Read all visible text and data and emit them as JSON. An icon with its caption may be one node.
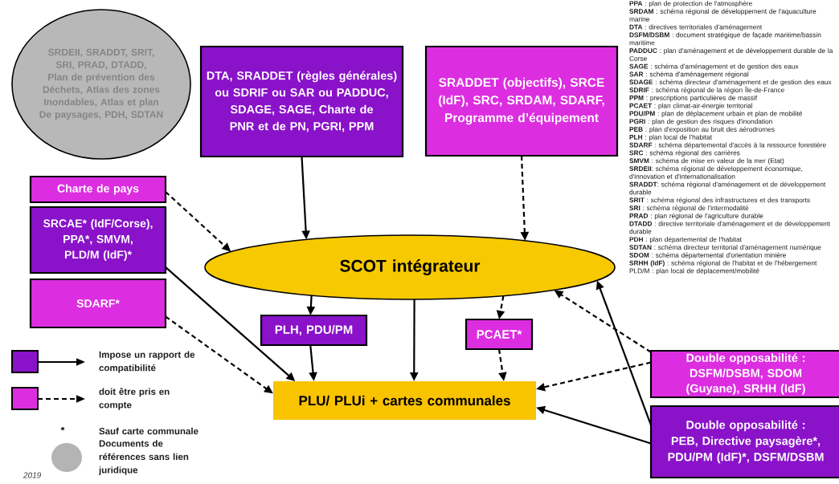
{
  "diagram": {
    "nodes": [
      {
        "text": [
          "SRDEII, SRADDT, SRIT, SRI, PRAD, DTADD, Plan de prévention des Déchets, Atlas des zones Inondables, Atlas et plan De paysages, PDH, SDTAN"
        ]
      },
      {
        "text": [
          "DTA, SRADDET (règles générales) ou SDRIF ou SAR ou PADDUC, SDAGE, SAGE, Charte de PNR et de PN, PGRI, PPM"
        ]
      },
      {
        "text": [
          "SRADDET (objectifs), SRCE (IdF), SRC, SRDAM, SDARF, Programme d’équipement"
        ]
      },
      {
        "text": [
          "Charte de pays"
        ]
      },
      {
        "text": [
          "SRCAE* (IdF/Corse), PPA*, SMVM, PLD/M (IdF)*"
        ]
      },
      {
        "text": [
          "SDARF*"
        ]
      },
      {
        "text": [
          "SCOT intégrateur"
        ]
      },
      {
        "text": [
          "PLH, PDU/PM"
        ]
      },
      {
        "text": [
          "PCAET*"
        ]
      },
      {
        "text": [
          "PLU/ PLUi + cartes communales"
        ]
      },
      {
        "text": [
          "Double opposabilité  :",
          "DSFM/DSBM, SDOM (Guyane), SRHH (IdF)"
        ]
      },
      {
        "text": [
          "Double opposabilité  :",
          "PEB, Directive paysagère*, PDU/PM (IdF)*, DSFM/DSBM"
        ]
      }
    ],
    "edges": [
      {
        "from": 1,
        "to": 6,
        "arrow": "to"
      },
      {
        "from": 2,
        "to": 6,
        "arrow": "to",
        "style": "dashed"
      },
      {
        "from": 3,
        "to": 6,
        "arrow": "to",
        "style": "dashed"
      },
      {
        "from": 4,
        "to": 9,
        "arrow": "to"
      },
      {
        "from": 5,
        "to": 9,
        "arrow": "to",
        "style": "dashed"
      },
      {
        "from": 6,
        "to": 7,
        "arrow": "to"
      },
      {
        "from": 7,
        "to": 9,
        "arrow": "to"
      },
      {
        "from": 6,
        "to": 9,
        "arrow": "to"
      },
      {
        "from": 6,
        "to": 8,
        "arrow": "to",
        "style": "dashed"
      },
      {
        "from": 8,
        "to": 9,
        "arrow": "to",
        "style": "dashed"
      },
      {
        "from": 10,
        "to": 6,
        "arrow": "to",
        "style": "dashed"
      },
      {
        "from": 10,
        "to": 9,
        "arrow": "to",
        "style": "dashed"
      },
      {
        "from": 11,
        "to": 6,
        "arrow": "to"
      },
      {
        "from": 11,
        "to": 9,
        "arrow": "to"
      }
    ],
    "labels": [
      "*",
      "2019",
      "**PPA** : plan de protection de l'atmosphère",
      "**SRDAM** : schéma régional de développement de l'aquaculture marine",
      "**DTA** : directives territoriales d'aménagement",
      "**DSFM/DSBM** : document stratégique de façade maritime/bassin maritime",
      "**PADDUC** : plan d'aménagement et de développement durable de la Corse",
      "**SAGE** : schéma d'aménagement et de gestion des eaux",
      "**SAR** : schéma d'aménagement régional",
      "**SDAGE** : schéma directeur d'aménagement et de gestion des eaux",
      "**SDRIF** : schéma régional de la région Île-de-France",
      "**PPM** : prescriptions particulières de massif",
      "**PCAET** : plan climat-air-énergie territorial",
      "**PDU/PM** : plan de déplacement urbain et plan de mobilité",
      "**PGRI** : plan de gestion des risques d'inondation",
      "**PEB** : plan d'exposition au bruit des aérodromes",
      "**PLH** : plan local de l'habitat",
      "**SDARF** : schéma départemental d'accès à la ressource forestière",
      "**SRC** : schéma régional des carrières",
      "**SMVM** : schéma de mise en valeur de la mer (Etat)",
      "**SRDEII**: schéma régional de développement économique, d'innovation et d'internationalisation",
      "**SRADDT**: schéma régional d'aménagement et de développement durable",
      "**SRIT** : schéma régional des infrastructures et des transports",
      "**SRI** : schéma régional de l'intermodalité",
      "**PRAD** : plan régional de l'agriculture durable",
      "**DTADD** : directive territoriale d'aménagement et de développement durable",
      "**PDH** : plan départemental de l'habitat",
      "**SDTAN** : schéma directeur territorial d'aménagement numérique",
      "**SDOM** : schéma départemental d'orientation minière",
      "**SRHH (IdF)** : schéma régional de l'habitat et de l'hébergement",
      "PLD/M : plan local de déplacement/mobilité"
    ],
    "legend": [
      {
        "text": "Impose un rapport de compatibilité",
        "color": "#8a12c9"
      },
      {
        "text": "doit être pris en compte",
        "color": "#dc2ee0"
      },
      {
        "text": "Sauf carte communale"
      },
      {
        "text": "Documents de références sans lien juridique",
        "color": "#b4b4b4"
      }
    ]
  }
}
